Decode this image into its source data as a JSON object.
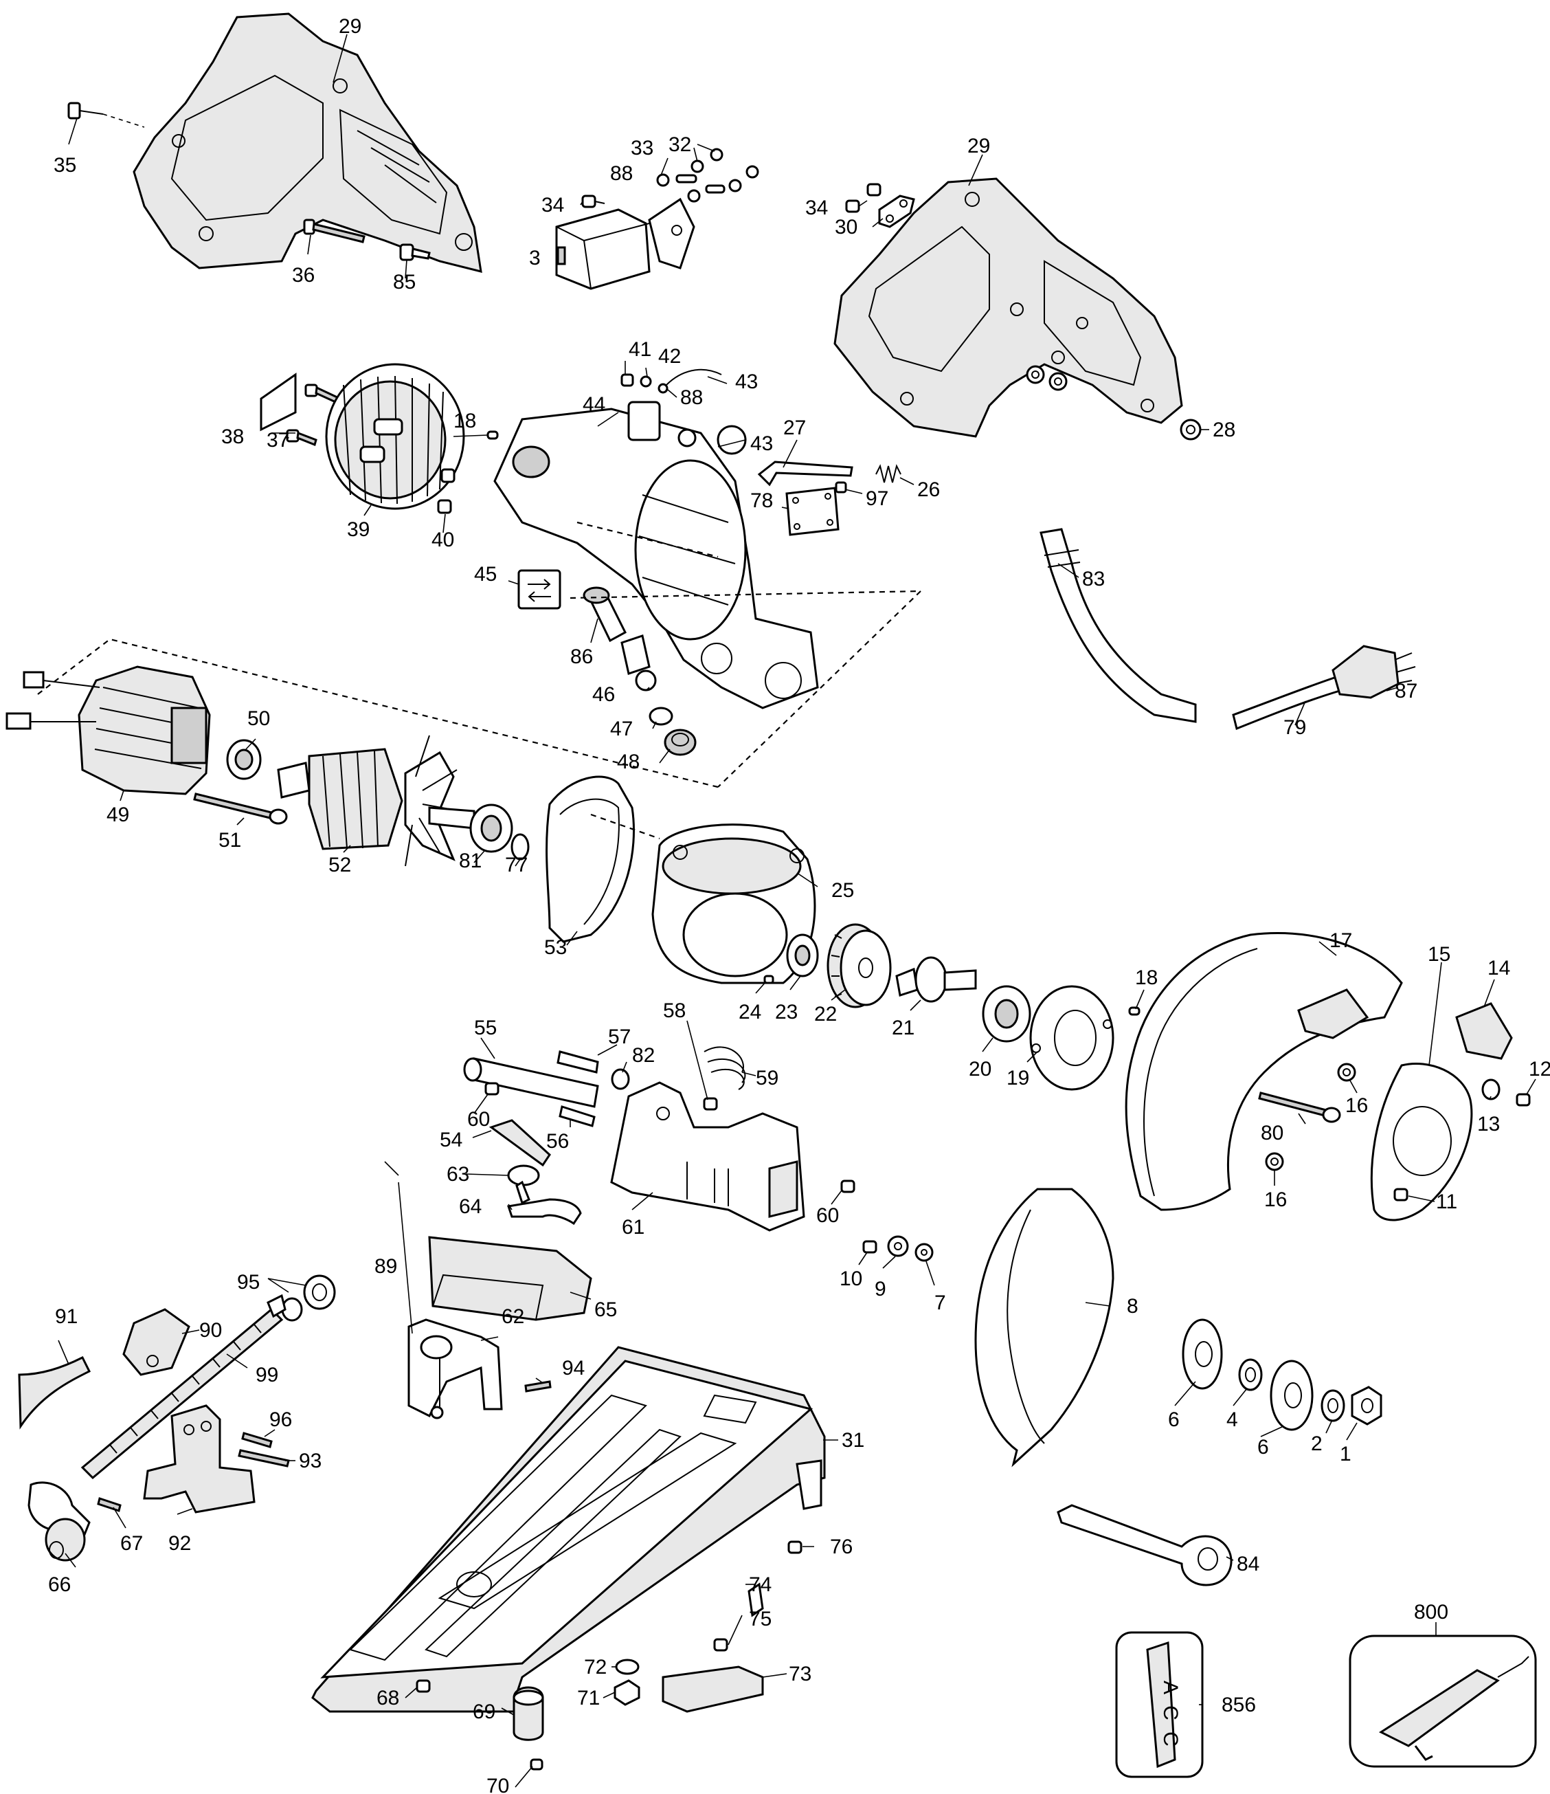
{
  "callouts": {
    "c1": "1",
    "c2": "2",
    "c3": "3",
    "c4": "4",
    "c6a": "6",
    "c6b": "6",
    "c7": "7",
    "c8": "8",
    "c9": "9",
    "c10": "10",
    "c11": "11",
    "c12": "12",
    "c13": "13",
    "c14": "14",
    "c15": "15",
    "c16a": "16",
    "c16b": "16",
    "c17": "17",
    "c18a": "18",
    "c18b": "18",
    "c19": "19",
    "c20": "20",
    "c21": "21",
    "c22": "22",
    "c23": "23",
    "c24": "24",
    "c25": "25",
    "c26": "26",
    "c27": "27",
    "c28": "28",
    "c29a": "29",
    "c29b": "29",
    "c30": "30",
    "c31": "31",
    "c32": "32",
    "c33": "33",
    "c34a": "34",
    "c34b": "34",
    "c35": "35",
    "c36": "36",
    "c37": "37",
    "c38": "38",
    "c39": "39",
    "c40": "40",
    "c41": "41",
    "c42": "42",
    "c43a": "43",
    "c43b": "43",
    "c44": "44",
    "c45": "45",
    "c46": "46",
    "c47": "47",
    "c48": "48",
    "c49": "49",
    "c50": "50",
    "c51": "51",
    "c52": "52",
    "c53": "53",
    "c54": "54",
    "c55": "55",
    "c56": "56",
    "c57": "57",
    "c58": "58",
    "c59": "59",
    "c60a": "60",
    "c60b": "60",
    "c61": "61",
    "c62": "62",
    "c63": "63",
    "c64": "64",
    "c65": "65",
    "c66": "66",
    "c67": "67",
    "c68": "68",
    "c69": "69",
    "c70": "70",
    "c71": "71",
    "c72": "72",
    "c73": "73",
    "c74": "74",
    "c75": "75",
    "c76": "76",
    "c77": "77",
    "c78": "78",
    "c79": "79",
    "c80": "80",
    "c81": "81",
    "c82": "82",
    "c83": "83",
    "c84": "84",
    "c85": "85",
    "c86": "86",
    "c87": "87",
    "c88a": "88",
    "c88b": "88",
    "c89": "89",
    "c90": "90",
    "c91": "91",
    "c92": "92",
    "c93": "93",
    "c94": "94",
    "c95": "95",
    "c96": "96",
    "c97": "97",
    "c99": "99",
    "c800": "800",
    "c856": "856"
  },
  "label_856": {
    "l1": "A",
    "l2": "C",
    "l3": "C"
  }
}
